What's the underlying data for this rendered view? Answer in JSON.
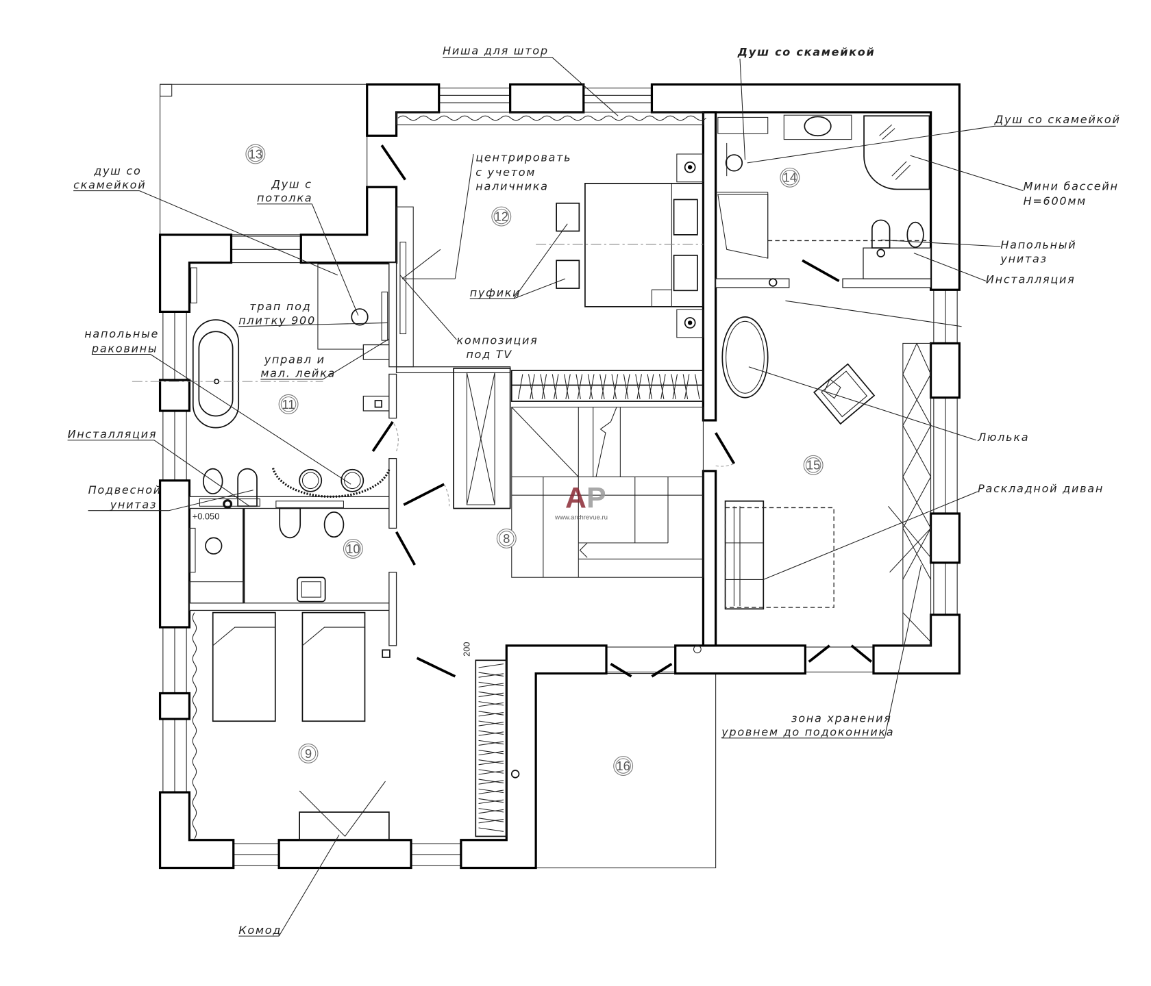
{
  "rooms": [
    "13",
    "12",
    "14",
    "11",
    "10",
    "8",
    "15",
    "9",
    "16"
  ],
  "annotations": {
    "curtain_niche": "Ниша для штор",
    "shower_bench_top": "Душ со скамейкой",
    "shower_bench_right": "Душ со скамейкой",
    "mini_pool": [
      "Мини бассейн",
      "H=600мм"
    ],
    "floor_toilet": [
      "Напольный",
      "унитаз"
    ],
    "installation_right": "Инсталляция",
    "center_note": [
      "центрировать",
      "с учетом",
      "наличника"
    ],
    "poufs": "пуфики",
    "tv_composition": [
      "композиция",
      "под TV"
    ],
    "shower_bench_left": [
      "душ со",
      "скамейкой"
    ],
    "ceiling_shower": [
      "Душ с",
      "потолка"
    ],
    "drain": [
      "трап под",
      "плитку 900"
    ],
    "control": [
      "управл и",
      "мал. лейка"
    ],
    "floor_sinks": [
      "напольные",
      "раковины"
    ],
    "installation_left": "Инсталляция",
    "wall_toilet": [
      "Подвесной",
      "унитаз"
    ],
    "level_mark": "+0.050",
    "cradle": "Люлька",
    "sofa_bed": "Раскладной диван",
    "storage": [
      "зона хранения",
      "уровнем до подоконника"
    ],
    "dresser": "Комод",
    "dim_200": "200"
  },
  "watermark": {
    "logo": "AP",
    "url": "www.archrevue.ru",
    "color_a": "#8b2a35",
    "color_p": "#9a9a9a"
  }
}
